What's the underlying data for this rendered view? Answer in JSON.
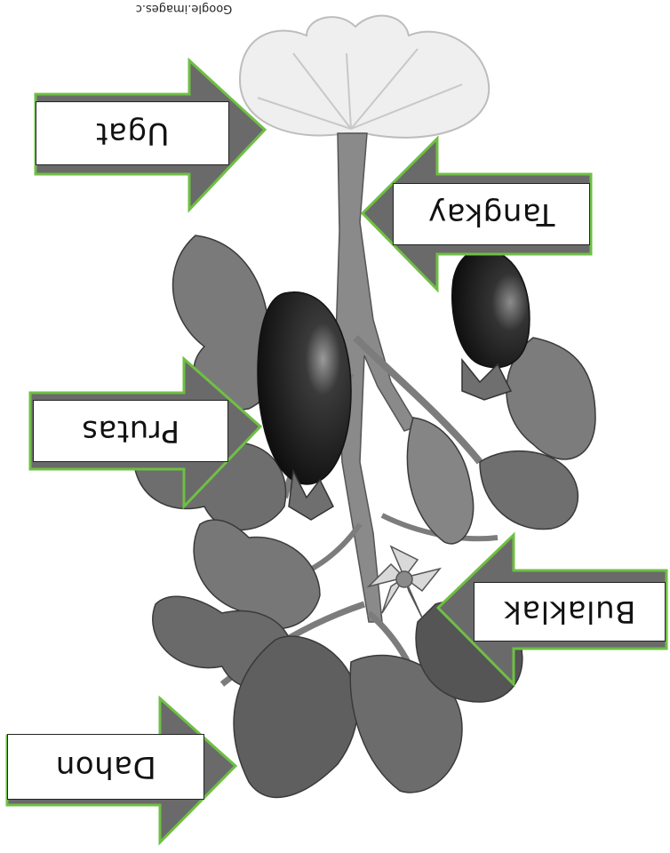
{
  "credit": "Google.images.c",
  "labels": {
    "ugat": "Ugat",
    "tangkay": "Tangkay",
    "prutas": "Prutas",
    "bulaklak": "Bulaklak",
    "dahon": "Dahon"
  },
  "colors": {
    "arrow_fill": "#6a6a6a",
    "arrow_border": "#6fbf44",
    "label_border": "#222222",
    "plant_leaf": "#7a7a7a",
    "plant_leaf_dark": "#5a5a5a",
    "eggplant": "#1c1c1c",
    "root": "#e3e3e3"
  },
  "icons": {
    "plant": "eggplant-plant-illustration",
    "arrow": "right-pointing-block-arrow"
  }
}
